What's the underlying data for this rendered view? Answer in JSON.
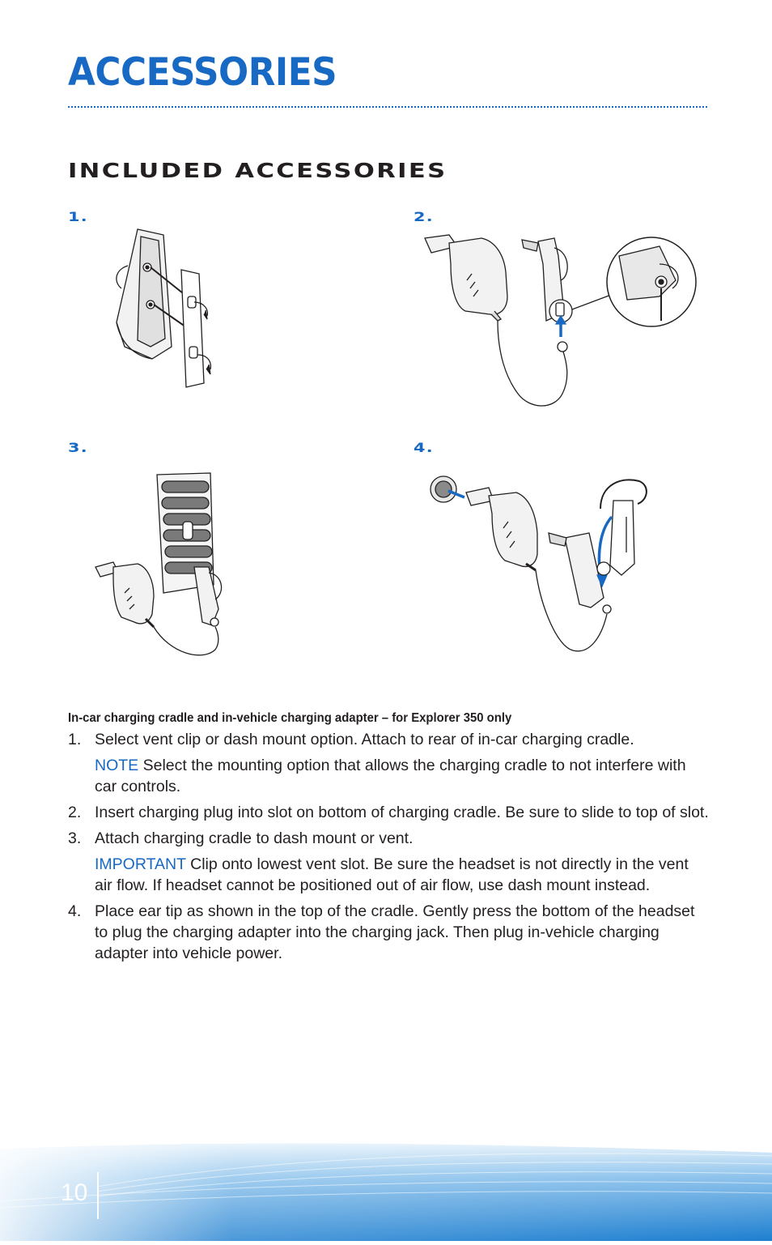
{
  "page": {
    "title": "ACCESSORIES",
    "section_title": "INCLUDED ACCESSORIES",
    "page_number": "10"
  },
  "figures": [
    {
      "number": "1.",
      "icon": "cradle-mount-attach-illustration"
    },
    {
      "number": "2.",
      "icon": "charging-plug-insert-illustration"
    },
    {
      "number": "3.",
      "icon": "vent-clip-mount-illustration"
    },
    {
      "number": "4.",
      "icon": "headset-in-cradle-illustration"
    }
  ],
  "instructions": {
    "subheading": "In-car charging cradle and in-vehicle charging adapter – for Explorer 350 only",
    "steps": [
      {
        "number": "1.",
        "text": "Select vent clip or dash mount option. Attach to rear of in-car charging cradle.",
        "note_label": "NOTE",
        "note_text": "Select the mounting option that allows the charging cradle to not interfere with car controls."
      },
      {
        "number": "2.",
        "text": "Insert charging plug into slot on bottom of charging cradle. Be sure to slide to top of slot."
      },
      {
        "number": "3.",
        "text": "Attach charging cradle to dash mount or vent.",
        "note_label": "IMPORTANT",
        "note_text": "Clip onto lowest vent slot. Be sure the headset is not directly in the vent air flow. If headset cannot be positioned out of air flow, use dash mount instead."
      },
      {
        "number": "4.",
        "text": "Place ear tip as shown in the top of the cradle. Gently press the bottom of the headset to plug the charging adapter into the charging jack. Then plug in-vehicle charging adapter into vehicle power."
      }
    ]
  },
  "colors": {
    "accent": "#1769c4",
    "text": "#231f20",
    "footer_gradient_top": "#d8ebf8",
    "footer_gradient_bottom": "#1e7fd0"
  }
}
